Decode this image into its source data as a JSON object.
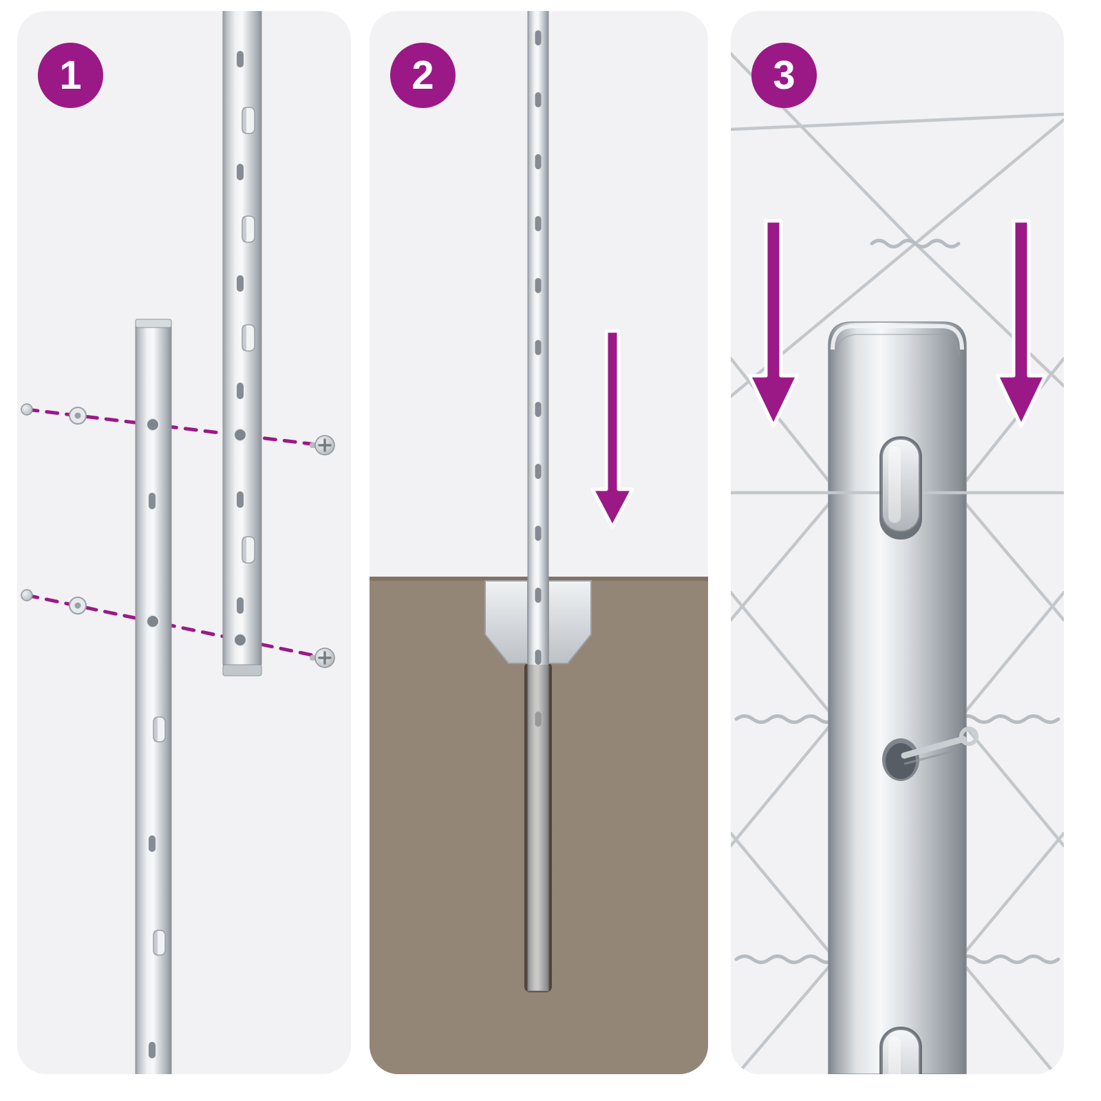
{
  "steps": [
    {
      "number": "1"
    },
    {
      "number": "2"
    },
    {
      "number": "3"
    }
  ],
  "colors": {
    "accent": "#9B1986",
    "page_background": "#FFFFFF",
    "panel_background": "#F2F1F3",
    "soil": "#8E7D6C",
    "wire": "#C3C7CB",
    "metal_light": "#F6F8FA",
    "metal_dark": "#8F959B",
    "badge_text": "#FFFFFF"
  },
  "icons": {
    "down_arrow": "↓",
    "screw": "+"
  }
}
